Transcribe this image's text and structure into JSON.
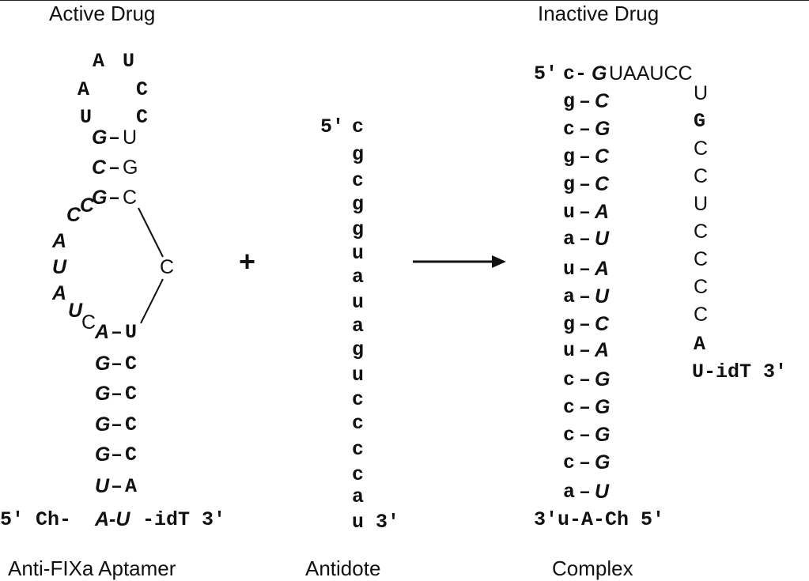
{
  "headers": {
    "left": "Active Drug",
    "right": "Inactive Drug"
  },
  "captions": {
    "aptamer": "Anti-FIXa Aptamer",
    "antidote": "Antidote",
    "complex": "Complex"
  },
  "operators": {
    "plus": "+",
    "arrow": "reaction-arrow"
  },
  "aptamer": {
    "loop_top": [
      "A",
      "U",
      "A",
      "C",
      "U",
      "C"
    ],
    "stem_upper": [
      [
        "G",
        "U"
      ],
      [
        "C",
        "G"
      ],
      [
        "G",
        "C"
      ]
    ],
    "bulge_left": [
      "C",
      "C",
      "A",
      "U",
      "A",
      "U",
      "C"
    ],
    "bulge_right": "C",
    "stem_lower": [
      [
        "A",
        "U"
      ],
      [
        "G",
        "C"
      ],
      [
        "G",
        "C"
      ],
      [
        "G",
        "C"
      ],
      [
        "G",
        "C"
      ],
      [
        "U",
        "A"
      ]
    ],
    "end_line": {
      "five": "5′ Ch-",
      "pair": "A-U",
      "tail": "-idT 3′"
    }
  },
  "antidote": {
    "five_prime": "5′",
    "sequence": [
      "c",
      "g",
      "c",
      "g",
      "g",
      "u",
      "a",
      "u",
      "a",
      "g",
      "u",
      "c",
      "c",
      "c",
      "c",
      "a",
      "u"
    ],
    "three_prime": "3′"
  },
  "complex": {
    "top_line": {
      "five": "5′",
      "first": "c-",
      "g": "G",
      "rest": "UAAUCC"
    },
    "pairs": [
      [
        "g",
        "C"
      ],
      [
        "c",
        "G"
      ],
      [
        "g",
        "C"
      ],
      [
        "g",
        "C"
      ],
      [
        "u",
        "A"
      ],
      [
        "a",
        "U"
      ],
      [
        "u",
        "A"
      ],
      [
        "a",
        "U"
      ],
      [
        "g",
        "C"
      ],
      [
        "u",
        "A"
      ],
      [
        "c",
        "G"
      ],
      [
        "c",
        "G"
      ],
      [
        "c",
        "G"
      ],
      [
        "c",
        "G"
      ],
      [
        "a",
        "U"
      ]
    ],
    "bottom_line": "3′u-A-Ch 5′",
    "loop_column": [
      "U",
      "G",
      "C",
      "C",
      "U",
      "C",
      "C",
      "C",
      "C",
      "A"
    ],
    "tail": "U-idT 3′"
  }
}
